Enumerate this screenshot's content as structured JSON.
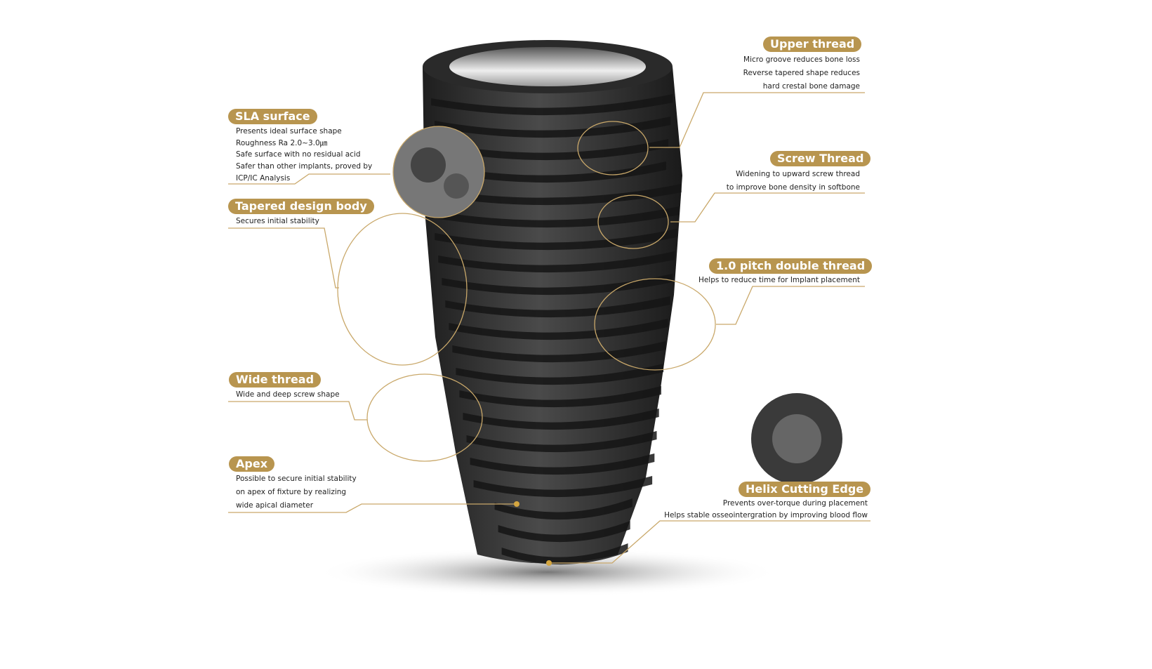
{
  "colors": {
    "accent": "#b8954f",
    "implant": "#2e2e2e"
  },
  "callouts": {
    "sla": {
      "title": "SLA surface",
      "lines": [
        "Presents ideal surface shape",
        "Roughness Ra 2.0~3.0㎛",
        "Safe surface with no residual acid",
        "Safer than other implants, proved by",
        "ICP/IC Analysis"
      ]
    },
    "tapered": {
      "title": "Tapered design body",
      "lines": [
        "Secures initial stability"
      ]
    },
    "wide": {
      "title": "Wide thread",
      "lines": [
        "Wide and deep screw shape"
      ]
    },
    "apex": {
      "title": "Apex",
      "lines": [
        "Possible to secure initial stability",
        "on apex of fixture by realizing",
        "wide apical diameter"
      ]
    },
    "upper": {
      "title": "Upper thread",
      "lines": [
        "Micro groove reduces bone loss",
        "Reverse tapered shape reduces",
        "hard crestal bone damage"
      ]
    },
    "screw": {
      "title": "Screw Thread",
      "lines": [
        "Widening to upward screw thread",
        "to improve bone density in softbone"
      ]
    },
    "pitch": {
      "title": "1.0 pitch double thread",
      "lines": [
        "Helps to reduce time for Implant placement"
      ]
    },
    "helix": {
      "title": "Helix Cutting Edge",
      "lines": [
        "Prevents over-torque during placement",
        "Helps stable osseointergration by improving blood flow"
      ]
    }
  }
}
